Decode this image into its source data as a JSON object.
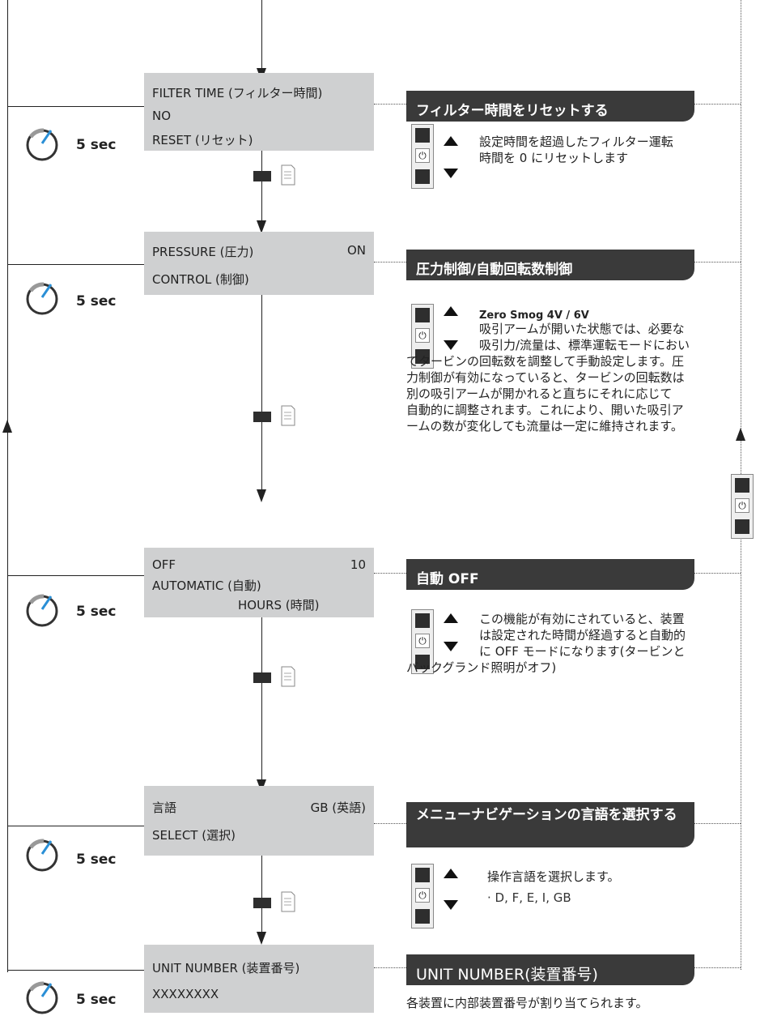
{
  "steps": [
    {
      "lcd_lines": [
        "FILTER TIME (フィルター時間)",
        "NO",
        "RESET (リセット)"
      ],
      "time_label": "5 sec",
      "heading": "フィルター時間をリセットする",
      "description": [
        "設定時間を超過したフィルター運転",
        "時間を 0 にリセットします"
      ]
    },
    {
      "lcd_lines": [
        "PRESSURE (圧力)",
        "CONTROL (制御)"
      ],
      "lcd_value": "ON",
      "time_label": "5 sec",
      "heading": "圧力制御/自動回転数制御",
      "model": "Zero Smog 4V / 6V",
      "description": [
        "吸引アームが開いた状態では、必要な",
        "吸引力/流量は、標準運転モードにおい",
        "てタービンの回転数を調整して手動設定します。圧",
        "力制御が有効になっていると、タービンの回転数は",
        "別の吸引アームが開かれると直ちにそれに応じて",
        "自動的に調整されます。これにより、開いた吸引ア",
        "ームの数が変化しても流量は一定に維持されます。"
      ]
    },
    {
      "lcd_lines": [
        "OFF",
        "AUTOMATIC (自動)",
        "HOURS (時間)"
      ],
      "lcd_value": "10",
      "time_label": "5 sec",
      "heading": "自動 OFF",
      "description": [
        "この機能が有効にされていると、装置",
        "は設定された時間が経過すると自動的",
        "に OFF モードになります(タービンと",
        "バックグランド照明がオフ)"
      ]
    },
    {
      "lcd_lines": [
        "言語",
        "SELECT (選択)"
      ],
      "lcd_value": "GB (英語)",
      "time_label": "5 sec",
      "heading": "メニューナビゲーションの言語を選択する",
      "description": [
        "操作言語を選択します。",
        "· D, F, E, I, GB"
      ]
    },
    {
      "lcd_lines": [
        "UNIT NUMBER (装置番号)",
        "XXXXXXXX"
      ],
      "time_label": "5 sec",
      "heading": "UNIT NUMBER(装置番号)",
      "description": [
        "各装置に内部装置番号が割り当てられます。"
      ]
    }
  ],
  "icons": {
    "knob": "rotary-knob-icon",
    "enter": "enter-key-icon",
    "document": "document-icon",
    "power": "⏻",
    "up": "up-arrow-icon",
    "down": "down-arrow-icon"
  }
}
